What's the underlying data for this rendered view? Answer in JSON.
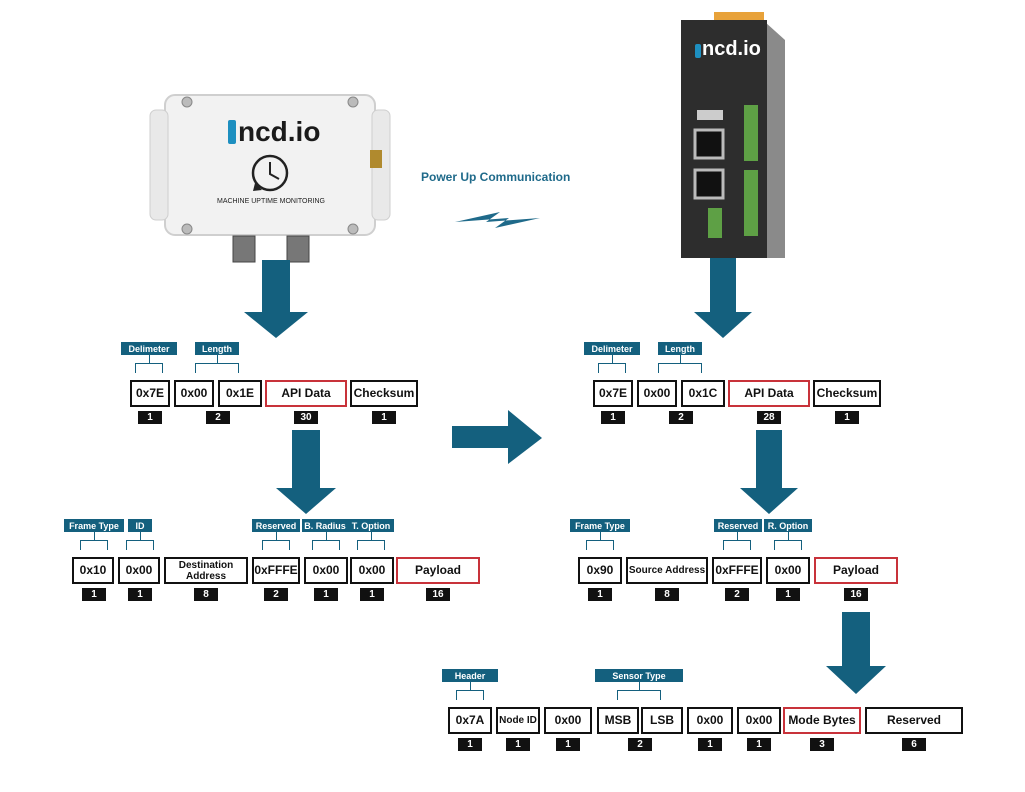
{
  "title": "Power Up Communication",
  "colors": {
    "accent": "#14607e",
    "outline": "#111111",
    "highlight": "#c8323a"
  },
  "devices": {
    "sensor": {
      "brand": "ncd.io",
      "label": "MACHINE UPTIME MONITORING"
    },
    "gateway": {
      "brand": "ncd.io"
    }
  },
  "frames": {
    "sensor_api": {
      "tags": [
        "Delimeter",
        "Length"
      ],
      "fields": [
        "0x7E",
        "0x00",
        "0x1E",
        "API Data",
        "Checksum"
      ],
      "sizes": [
        "1",
        "2",
        "30",
        "1"
      ]
    },
    "gateway_api": {
      "tags": [
        "Delimeter",
        "Length"
      ],
      "fields": [
        "0x7E",
        "0x00",
        "0x1C",
        "API Data",
        "Checksum"
      ],
      "sizes": [
        "1",
        "2",
        "28",
        "1"
      ]
    },
    "sensor_tx": {
      "tags": [
        "Frame Type",
        "ID",
        "Reserved",
        "B. Radius",
        "T. Option"
      ],
      "fields": [
        "0x10",
        "0x00",
        "Destination Address",
        "0xFFFE",
        "0x00",
        "0x00",
        "Payload"
      ],
      "sizes": [
        "1",
        "1",
        "8",
        "2",
        "1",
        "1",
        "16"
      ]
    },
    "gateway_rx": {
      "tags": [
        "Frame Type",
        "Reserved",
        "R. Option"
      ],
      "fields": [
        "0x90",
        "Source Address",
        "0xFFFE",
        "0x00",
        "Payload"
      ],
      "sizes": [
        "1",
        "8",
        "2",
        "1",
        "16"
      ]
    },
    "payload": {
      "tags": [
        "Header",
        "Sensor Type"
      ],
      "fields": [
        "0x7A",
        "Node ID",
        "0x00",
        "MSB",
        "LSB",
        "0x00",
        "0x00",
        "Mode Bytes",
        "Reserved"
      ],
      "sizes": [
        "1",
        "1",
        "1",
        "2",
        "1",
        "1",
        "3",
        "6"
      ]
    }
  }
}
